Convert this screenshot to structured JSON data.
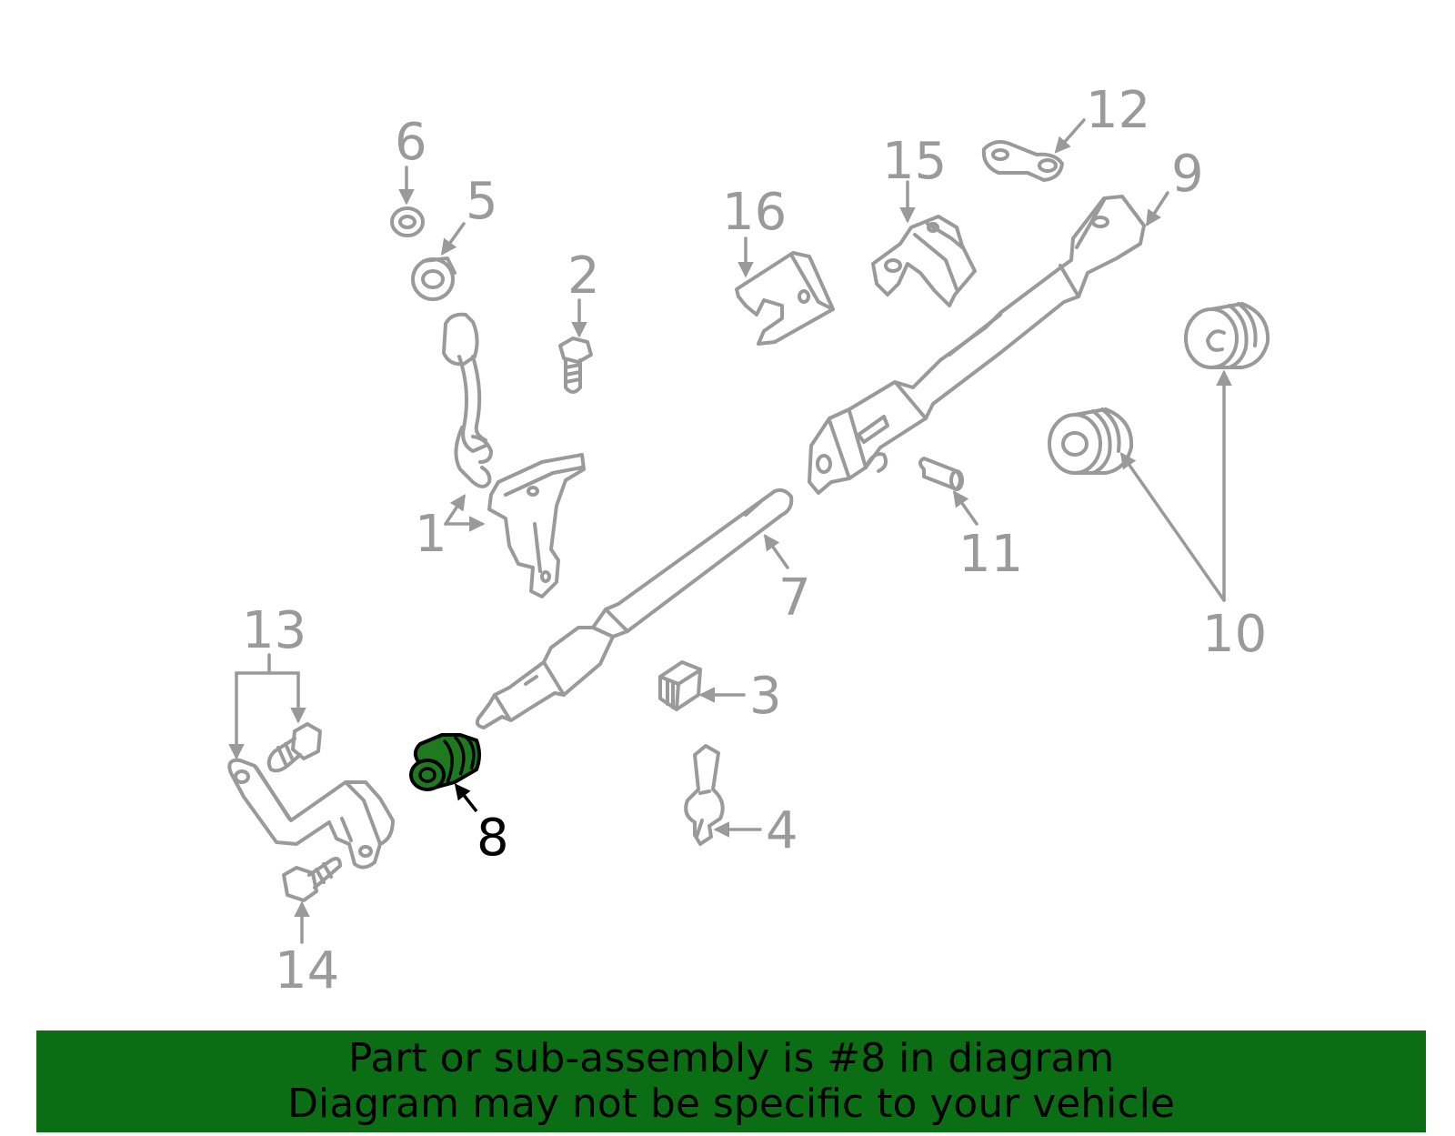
{
  "diagram": {
    "highlight_color": "#1f7a1f",
    "line_color": "#9a9a9a",
    "labels": {
      "p1": "1",
      "p2": "2",
      "p3": "3",
      "p4": "4",
      "p5": "5",
      "p6": "6",
      "p7": "7",
      "p8": "8",
      "p9": "9",
      "p10": "10",
      "p11": "11",
      "p12": "12",
      "p13": "13",
      "p14": "14",
      "p15": "15",
      "p16": "16"
    }
  },
  "banner": {
    "background": "#0b6e14",
    "line1": "Part or sub-assembly is #8 in diagram",
    "line2": "Diagram may not be specific to your vehicle"
  }
}
